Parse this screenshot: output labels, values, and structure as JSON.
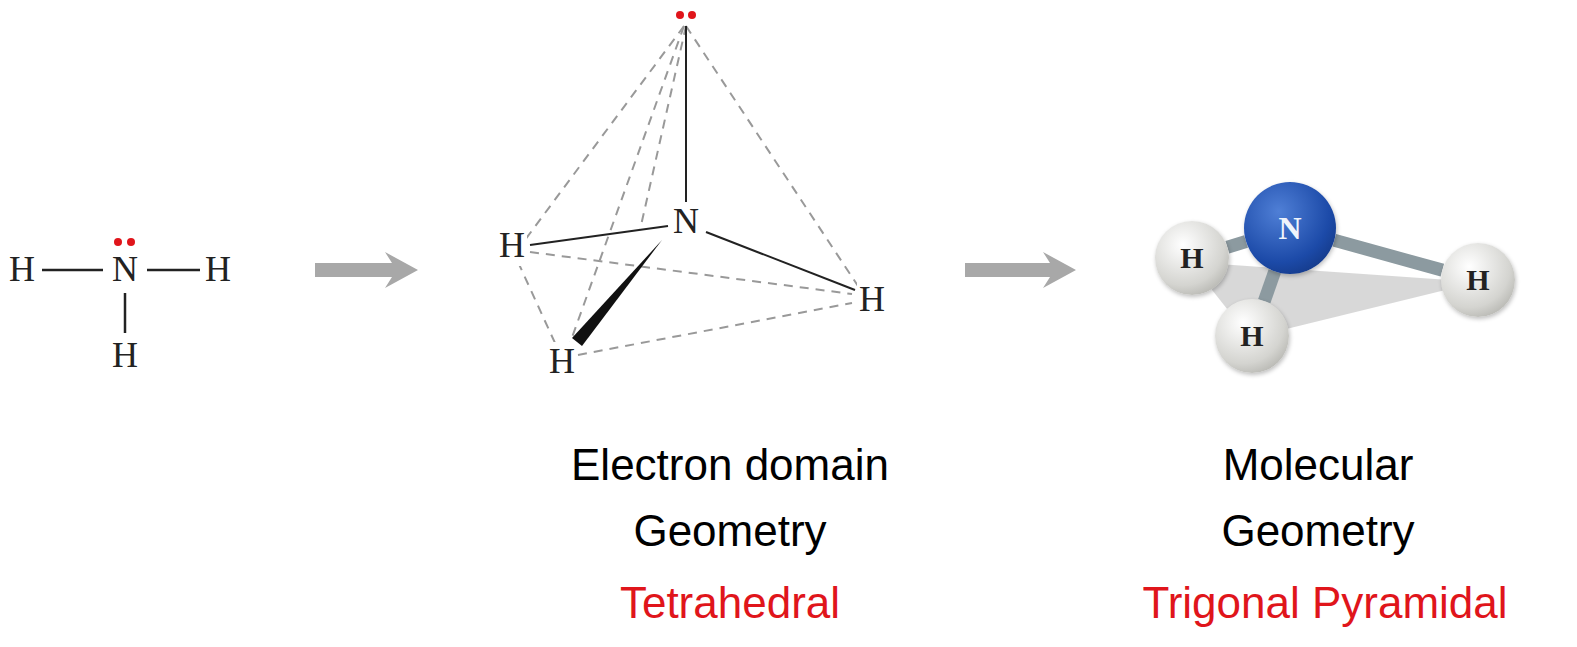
{
  "diagram": {
    "nodes": [
      {
        "text": [
          "N"
        ]
      },
      {
        "text": [
          "H"
        ]
      },
      {
        "text": [
          "H"
        ]
      },
      {
        "text": [
          "H"
        ]
      }
    ],
    "edges": [
      {
        "from": 0,
        "to": 1,
        "arrow": "none"
      },
      {
        "from": 0,
        "to": 2,
        "arrow": "none"
      },
      {
        "from": 0,
        "to": 3,
        "arrow": "none"
      }
    ],
    "labels": [
      "H",
      "N",
      "H",
      "H",
      "H",
      "N",
      "H",
      "H",
      "Electron domain Geometry",
      "Tetrahedral",
      "Molecular Geometry",
      "Trigonal Pyramidal"
    ]
  }
}
